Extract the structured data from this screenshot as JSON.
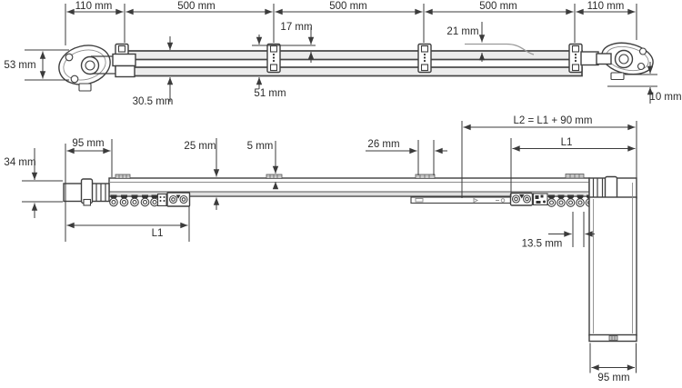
{
  "labels": {
    "top": {
      "d110_left": "110 mm",
      "d500_1": "500 mm",
      "d500_2": "500 mm",
      "d500_3": "500 mm",
      "d110_right": "110 mm",
      "d53": "53 mm",
      "d17": "17 mm",
      "d21": "21 mm",
      "d305": "30.5 mm",
      "d51": "51 mm",
      "d10": "10 mm"
    },
    "bottom": {
      "d95_left": "95 mm",
      "d34": "34 mm",
      "d25": "25 mm",
      "d5": "5 mm",
      "d26": "26 mm",
      "l1_left": "L1",
      "l2": "L2 = L1 + 90 mm",
      "l1_right": "L1",
      "d135": "13.5 mm",
      "d95_return": "95 mm"
    }
  },
  "colors": {
    "line": "#3b3b3b",
    "rail_fill": "#ececec",
    "hatch_fill": "#c7c7c7",
    "background": "#ffffff"
  }
}
